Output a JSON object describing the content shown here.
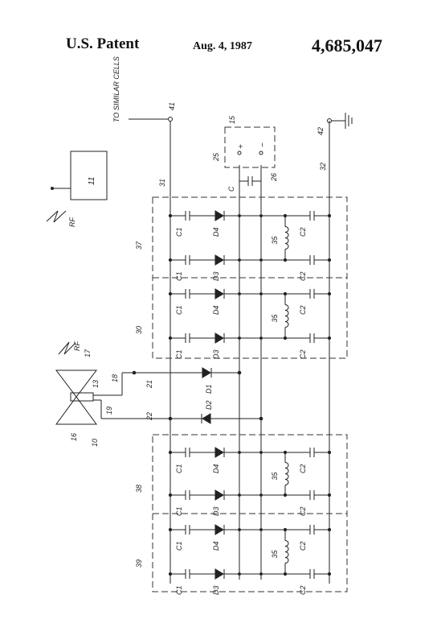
{
  "header": {
    "left": "U.S. Patent",
    "date": "Aug. 4, 1987",
    "number": "4,685,047"
  },
  "labels": {
    "to_similar_cells": "TO SIMILAR CELLS",
    "n41": "41",
    "n15": "15",
    "n42": "42",
    "plus": "+",
    "minus": "−",
    "n25": "25",
    "n26": "26",
    "c": "C",
    "n31": "31",
    "n32": "32",
    "n11": "11",
    "rf": "RF",
    "n37": "37",
    "n30": "30",
    "n38": "38",
    "n39": "39",
    "n17": "17",
    "n13": "13",
    "n18": "18",
    "n19": "19",
    "n16": "16",
    "n10": "10",
    "n21": "21",
    "n22": "22",
    "d1": "D1",
    "d2": "D2",
    "c1": "C1",
    "c2": "C2",
    "d3": "D3",
    "d4": "D4",
    "n35": "35"
  }
}
